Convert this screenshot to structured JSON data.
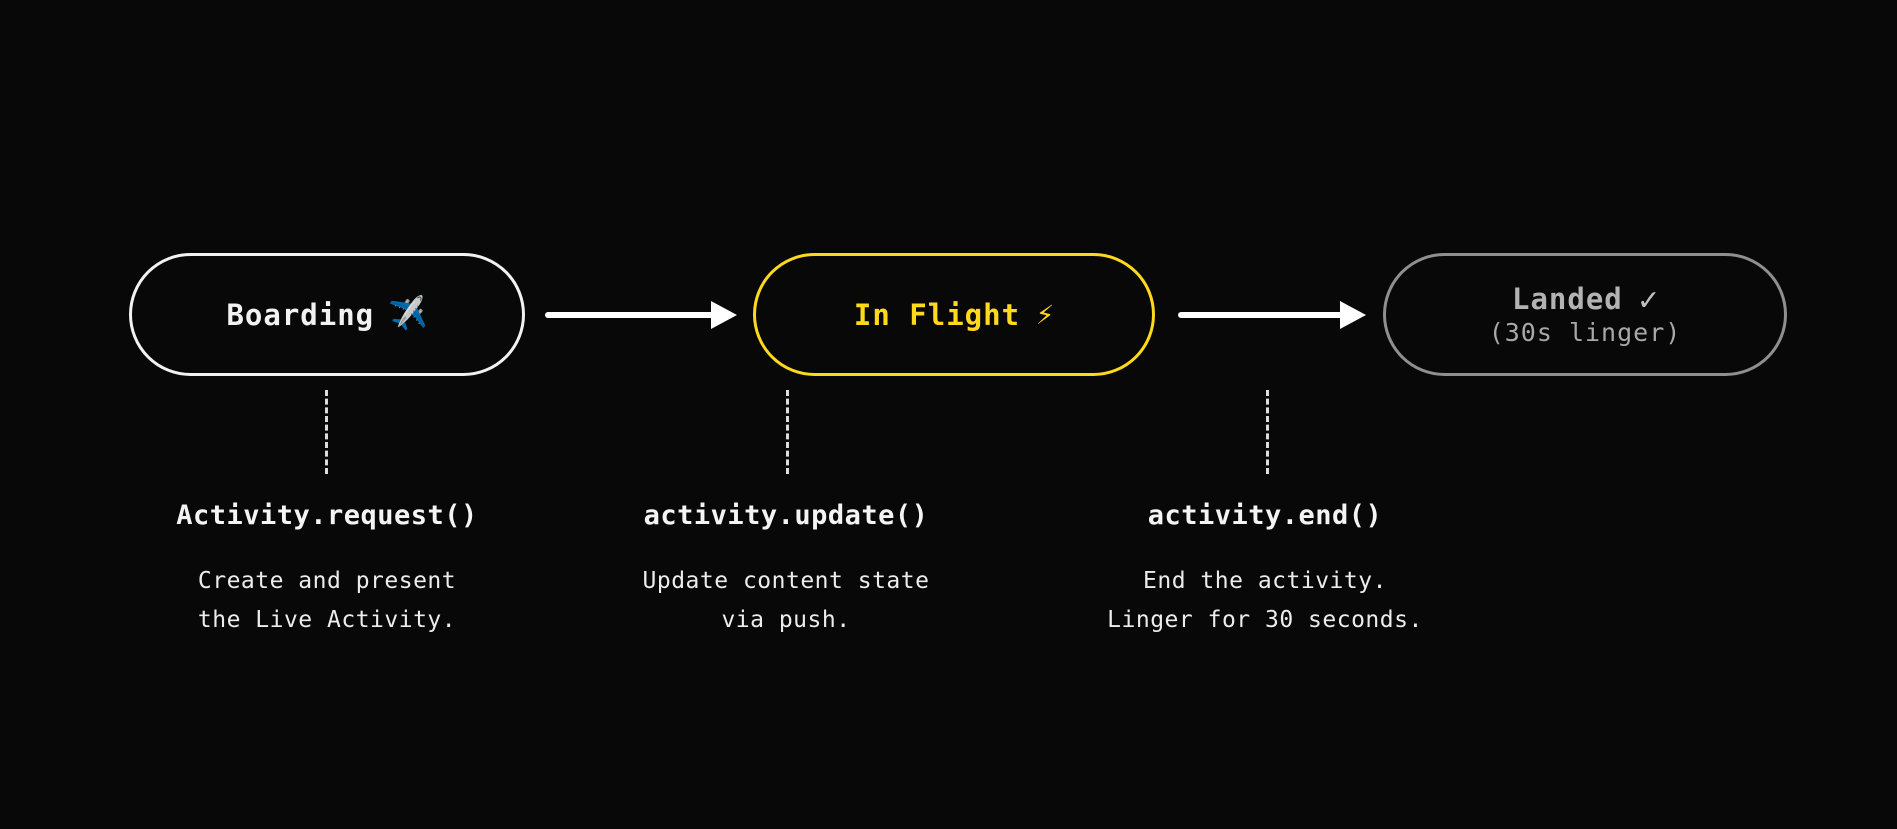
{
  "palette": {
    "background": "#080808",
    "boarding_node": "#f2f2f2",
    "in_flight_node": "#ffd91c",
    "landed_node": "#8f8f8f",
    "arrow": "#ffffff",
    "text": "#f4f4f4"
  },
  "nodes": [
    {
      "label": "Boarding",
      "icon": "✈️"
    },
    {
      "label": "In Flight",
      "icon": "⚡"
    },
    {
      "label": "Landed",
      "icon": "✓",
      "sublabel": "(30s linger)"
    }
  ],
  "callouts": [
    {
      "code": "Activity.request()",
      "desc_line1": "Create and present",
      "desc_line2": "the Live Activity."
    },
    {
      "code": "activity.update()",
      "desc_line1": "Update content state",
      "desc_line2": "via push."
    },
    {
      "code": "activity.end()",
      "desc_line1": "End the activity.",
      "desc_line2": "Linger for 30 seconds."
    }
  ]
}
